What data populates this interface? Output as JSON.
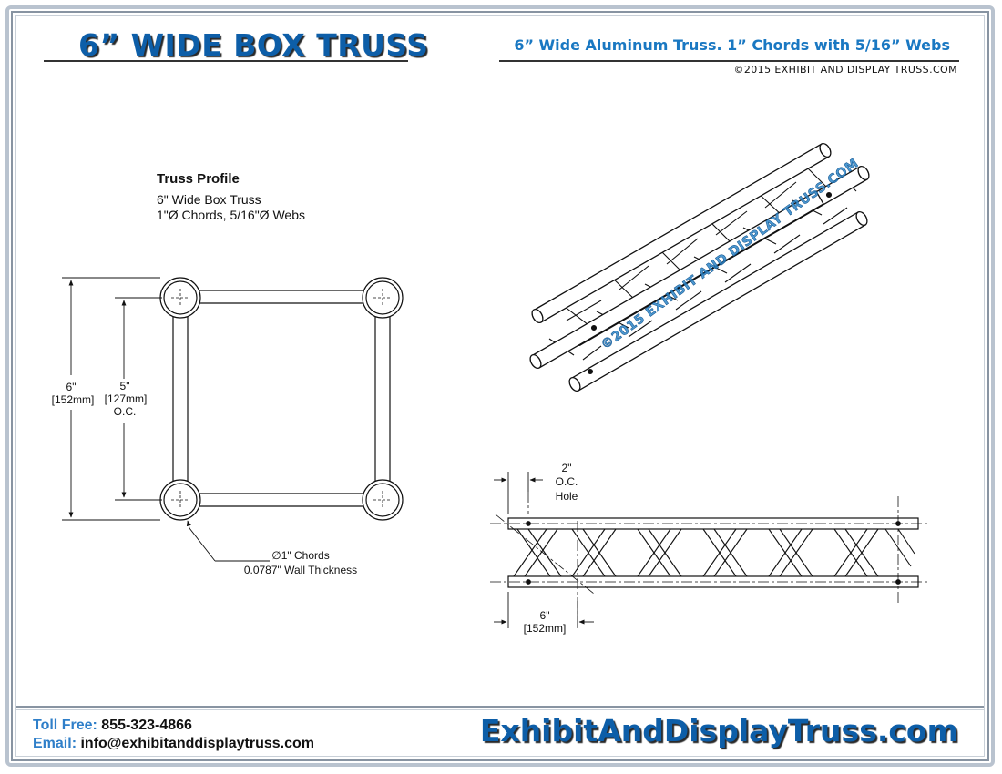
{
  "header": {
    "title": "6” WIDE BOX TRUSS",
    "subtitle": "6” Wide Aluminum Truss. 1” Chords with 5/16” Webs",
    "copyright": "©2015 EXHIBIT AND DISPLAY TRUSS.COM"
  },
  "profile": {
    "heading": "Truss Profile",
    "line1": "6\" Wide Box Truss",
    "line2": "1\"Ø Chords, 5/16\"Ø Webs"
  },
  "dimensions": {
    "overall_in": "6\"",
    "overall_mm": "[152mm]",
    "center_in": "5\"",
    "center_mm": "[127mm]",
    "center_oc": "O.C.",
    "chords_label": "∅1\" Chords",
    "wall_label": "0.0787\" Wall Thickness",
    "hole_in": "2\"",
    "hole_oc": "O.C.",
    "hole_label": "Hole",
    "side_in": "6\"",
    "side_mm": "[152mm]"
  },
  "watermark": "©2015 EXHIBIT AND DISPLAY TRUSS.COM",
  "footer": {
    "tollfree_label": "Toll Free:",
    "tollfree_value": "855-323-4866",
    "email_label": "Email:",
    "email_value": "info@exhibitanddisplaytruss.com",
    "brand": "ExhibitAndDisplayTruss.com"
  },
  "colors": {
    "title_blue": "#0d5ea8",
    "subtitle_blue": "#1a78c2",
    "label_blue": "#2f7fc9",
    "watermark_blue": "#2e86c8"
  }
}
